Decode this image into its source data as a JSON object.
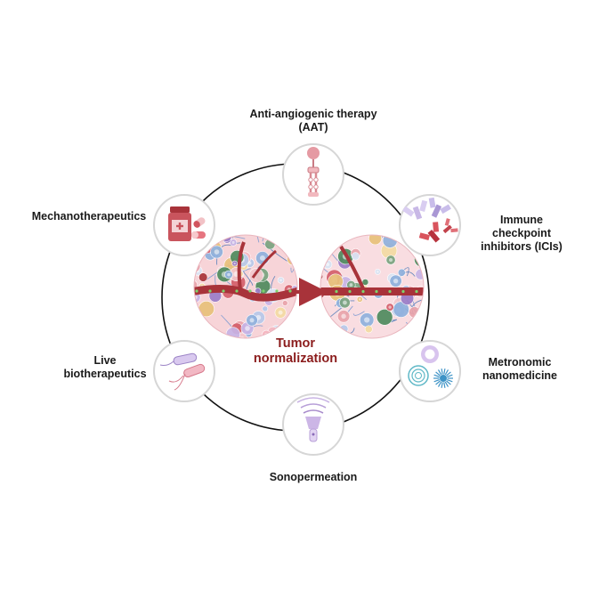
{
  "colors": {
    "accent": "#8b1c1c",
    "ring": "#111111",
    "node_border": "#d6d6d6",
    "vessel": "#a8333a"
  },
  "center": {
    "label_lines": [
      "Tumor",
      "normalization"
    ]
  },
  "therapies": [
    {
      "id": "aat",
      "label_lines": [
        "Anti-angiogenic therapy",
        "(AAT)"
      ],
      "icon": "antibody-receptor-icon"
    },
    {
      "id": "ici",
      "label_lines": [
        "Immune",
        "checkpoint",
        "inhibitors (ICIs)"
      ],
      "icon": "antibodies-icon"
    },
    {
      "id": "metronomic",
      "label_lines": [
        "Metronomic",
        "nanomedicine"
      ],
      "icon": "nanoparticles-icon"
    },
    {
      "id": "sono",
      "label_lines": [
        "Sonopermeation"
      ],
      "icon": "ultrasound-probe-icon"
    },
    {
      "id": "live",
      "label_lines": [
        "Live",
        "biotherapeutics"
      ],
      "icon": "bacteria-icon"
    },
    {
      "id": "mechano",
      "label_lines": [
        "Mechanotherapeutics"
      ],
      "icon": "pill-bottle-icon"
    }
  ]
}
